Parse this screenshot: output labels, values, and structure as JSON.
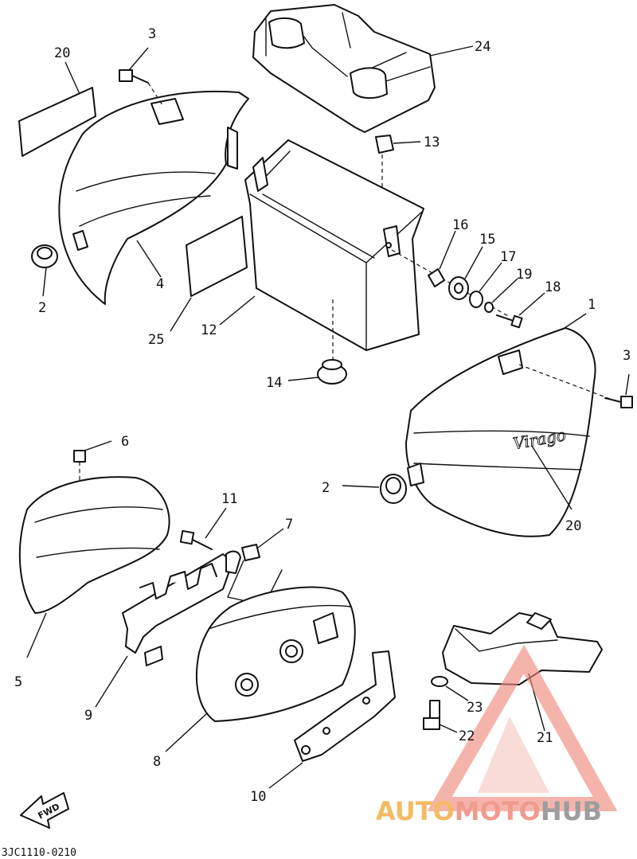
{
  "diagram_code": "3JC1110-0210",
  "fwd_label": "FWD",
  "side_cover_emblem": "Virago",
  "watermark": {
    "part1": "AUTO",
    "part2": "MOTO",
    "part3": "HUB"
  },
  "callouts": {
    "c1": "1",
    "c2a": "2",
    "c2b": "2",
    "c3a": "3",
    "c3b": "3",
    "c4": "4",
    "c5": "5",
    "c6": "6",
    "c7": "7",
    "c8": "8",
    "c9": "9",
    "c10": "10",
    "c11": "11",
    "c12": "12",
    "c13": "13",
    "c14": "14",
    "c15": "15",
    "c16": "16",
    "c17": "17",
    "c18": "18",
    "c19": "19",
    "c20a": "20",
    "c20b": "20",
    "c21": "21",
    "c22": "22",
    "c23": "23",
    "c24": "24",
    "c25": "25"
  },
  "colors": {
    "line": "#111111",
    "wm_triangle": "#ef8a7c",
    "wm_auto": "#f3b04a",
    "wm_moto": "#ef8a7c",
    "wm_hub": "#8c8c8c"
  }
}
